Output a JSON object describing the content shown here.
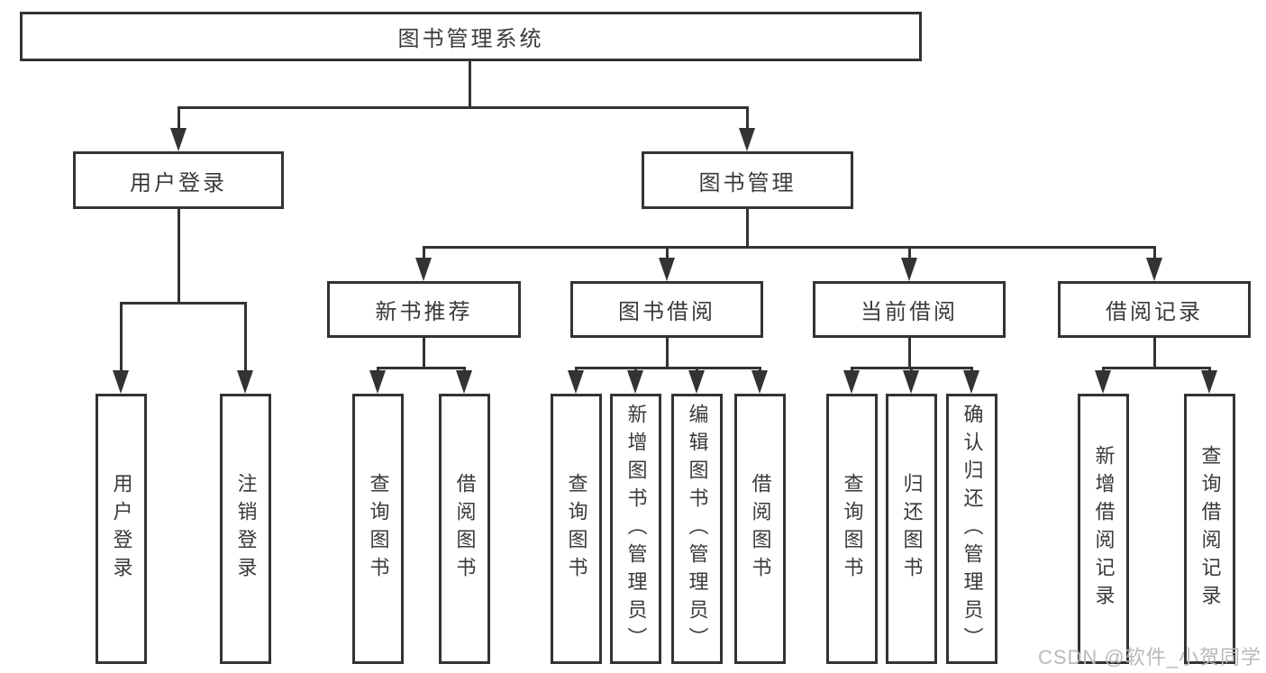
{
  "title": "图书管理系统",
  "nodes": {
    "root": "图书管理系统",
    "login": "用户登录",
    "mgmt": "图书管理",
    "recommend": "新书推荐",
    "borrow": "图书借阅",
    "current": "当前借阅",
    "records": "借阅记录",
    "login_user": "用户登录",
    "login_logout": "注销登录",
    "rec_query": "查询图书",
    "rec_borrow": "借阅图书",
    "bor_query": "查询图书",
    "bor_add": "新增图书（管理员）",
    "bor_edit": "编辑图书（管理员）",
    "bor_borrow": "借阅图书",
    "cur_query": "查询图书",
    "cur_return": "归还图书",
    "cur_confirm": "确认归还（管理员）",
    "rcd_add": "新增借阅记录",
    "rcd_query": "查询借阅记录"
  },
  "watermark": "CSDN @软件_小贺同学",
  "colors": {
    "line": "#333333",
    "text": "#3a3a3a",
    "watermark": "#b9b9b9",
    "background": "#ffffff"
  }
}
